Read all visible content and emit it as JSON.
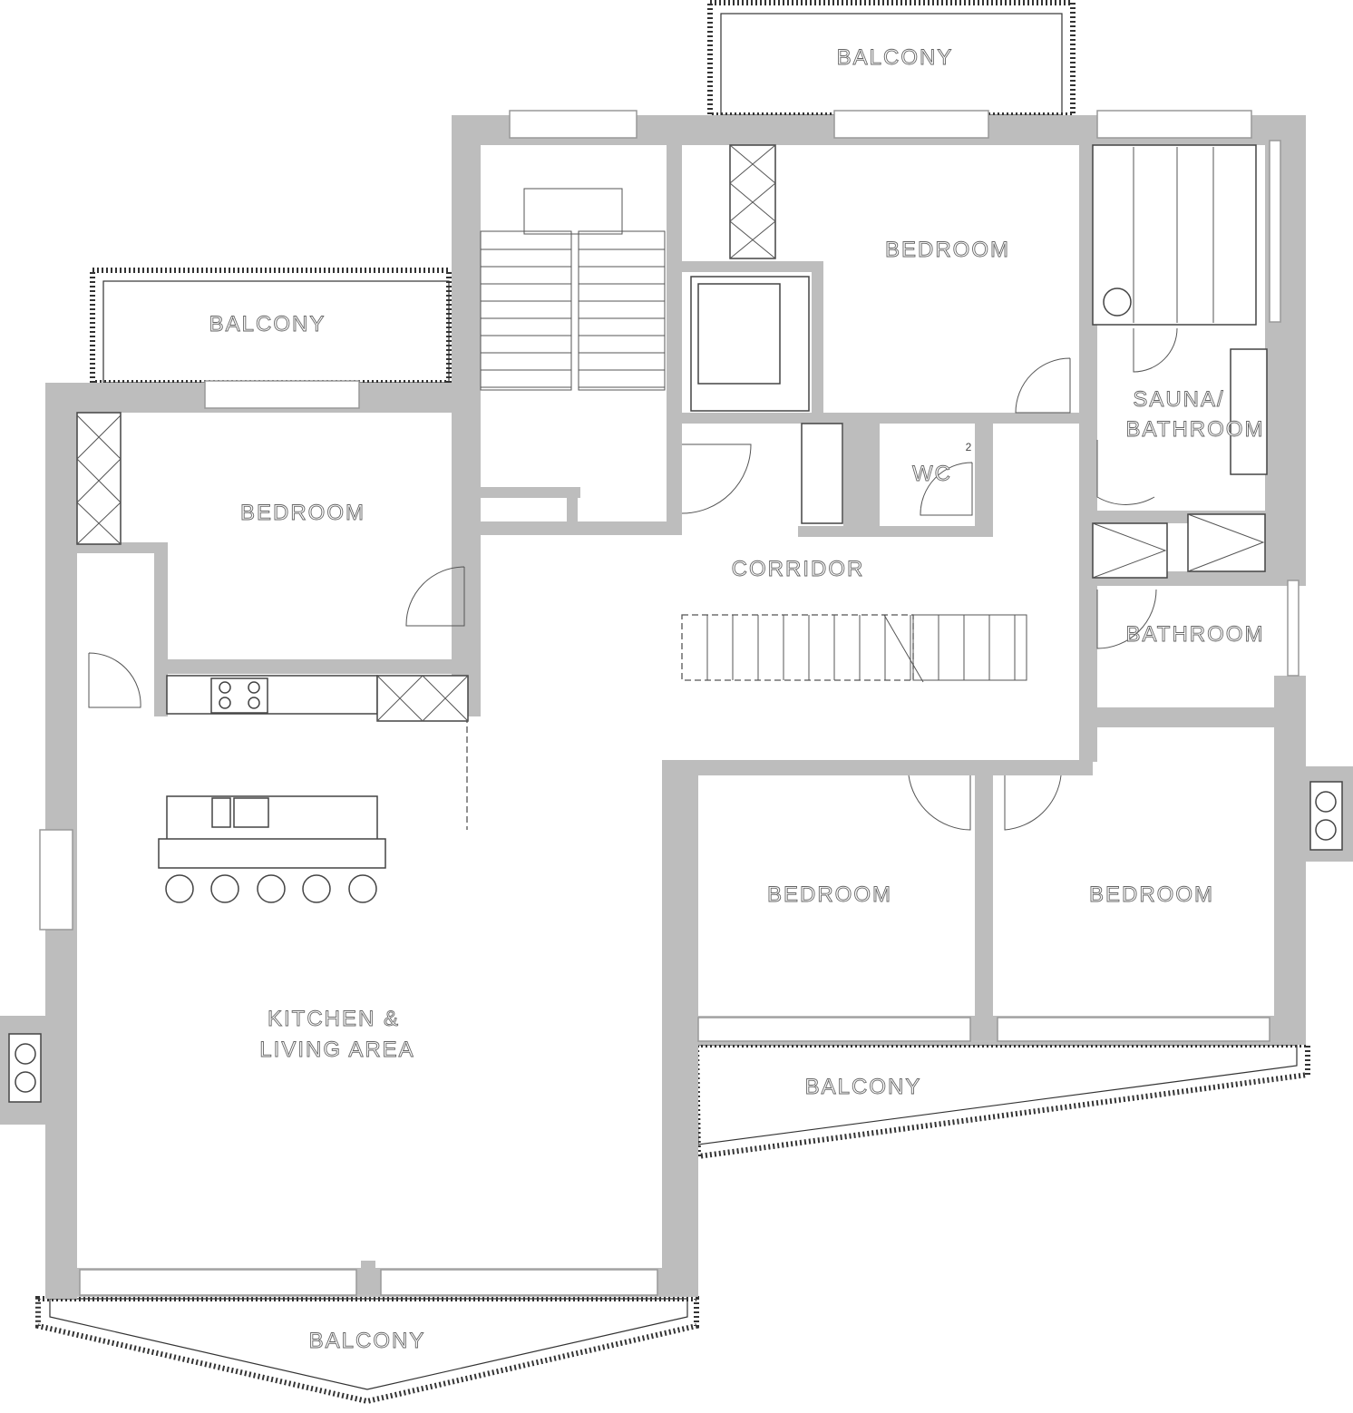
{
  "plan": {
    "rooms": {
      "balcony_top": "BALCONY",
      "balcony_left": "BALCONY",
      "balcony_right": "BALCONY",
      "balcony_bottom": "BALCONY",
      "bedroom_top": "BEDROOM",
      "bedroom_left": "BEDROOM",
      "bedroom_bottom_mid": "BEDROOM",
      "bedroom_bottom_right": "BEDROOM",
      "corridor": "CORRIDOR",
      "wc": "WC",
      "wc_number": "2",
      "sauna_line1": "SAUNA/",
      "sauna_line2": "BATHROOM",
      "bathroom": "BATHROOM",
      "kitchen_line1": "KITCHEN &",
      "kitchen_line2": "LIVING AREA"
    },
    "colors": {
      "wall": "#bdbdbd",
      "line": "#444444"
    }
  }
}
